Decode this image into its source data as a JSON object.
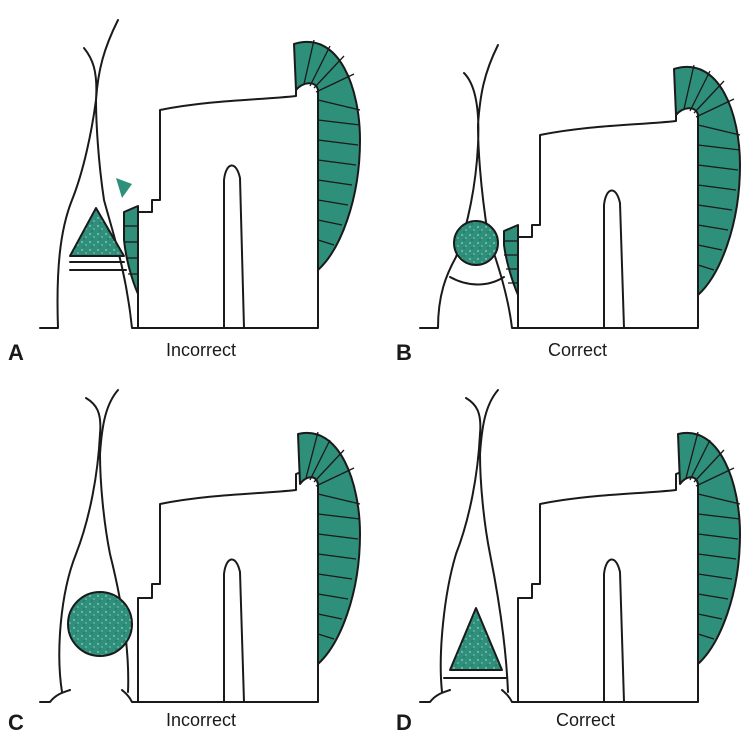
{
  "colors": {
    "accent": "#2e8f7a",
    "ink": "#1a1a1a",
    "background": "#ffffff"
  },
  "panels": [
    {
      "letter": "A",
      "caption": "Incorrect",
      "shape": "triangle",
      "arrowhead": true
    },
    {
      "letter": "B",
      "caption": "Correct",
      "shape": "circle",
      "arrowhead": false
    },
    {
      "letter": "C",
      "caption": "Incorrect",
      "shape": "large-circle",
      "arrowhead": false
    },
    {
      "letter": "D",
      "caption": "Correct",
      "shape": "triangle",
      "arrowhead": false
    }
  ]
}
